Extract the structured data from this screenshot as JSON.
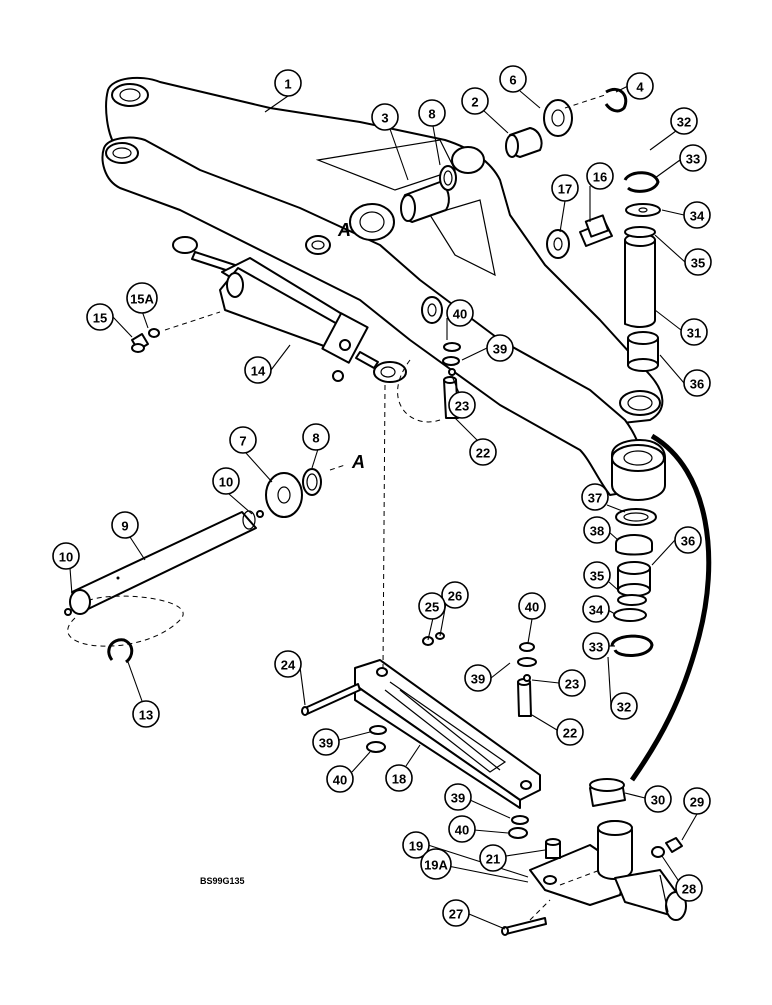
{
  "diagram": {
    "code": "BS99G135",
    "reference_label": "A",
    "callouts": [
      "1",
      "2",
      "3",
      "4",
      "6",
      "8",
      "32",
      "33",
      "16",
      "17",
      "34",
      "35",
      "31",
      "15A",
      "15",
      "40",
      "14",
      "39",
      "23",
      "36",
      "22",
      "7",
      "8",
      "10",
      "9",
      "37",
      "38",
      "36",
      "10",
      "35",
      "34",
      "26",
      "25",
      "40",
      "33",
      "24",
      "39",
      "23",
      "32",
      "13",
      "22",
      "39",
      "40",
      "18",
      "30",
      "39",
      "29",
      "40",
      "19",
      "19A",
      "21",
      "28",
      "27"
    ]
  }
}
